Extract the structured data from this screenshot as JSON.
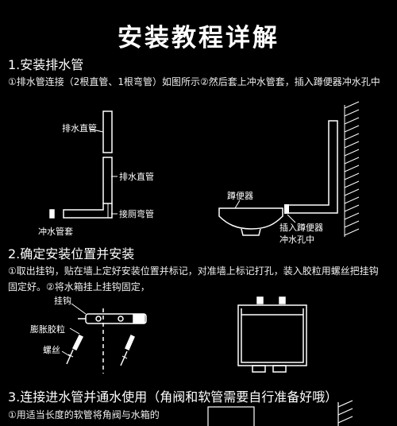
{
  "title": "安装教程详解",
  "step1": {
    "heading": "1.安装排水管",
    "desc": "①排水管连接（2根直管、1根弯管）如图所示②然后套上冲水管套，插入蹲便器冲水孔中",
    "labels": {
      "pipe_top": "排水直管",
      "pipe_mid": "排水直管",
      "elbow": "接厕弯管",
      "sleeve": "冲水管套",
      "toilet": "蹲便器",
      "insert_1": "插入蹲便器",
      "insert_2": "冲水孔中"
    }
  },
  "step2": {
    "heading": "2.确定安装位置并安装",
    "desc_1": "①取出挂钩，贴在墙上定好安装位置并标记，对准墙上标记打孔，装入胶粒用螺丝把挂钩",
    "desc_2": "固定好。②将水箱挂上挂钩固定，",
    "labels": {
      "hook": "挂钩",
      "anchor": "膨胀胶粒",
      "screw": "螺丝"
    }
  },
  "step3": {
    "heading": "3.连接进水管并通水使用（角阀和软管需要自行准备好哦）",
    "desc_1": "①用适当长度的软管将角阀与水箱的"
  }
}
